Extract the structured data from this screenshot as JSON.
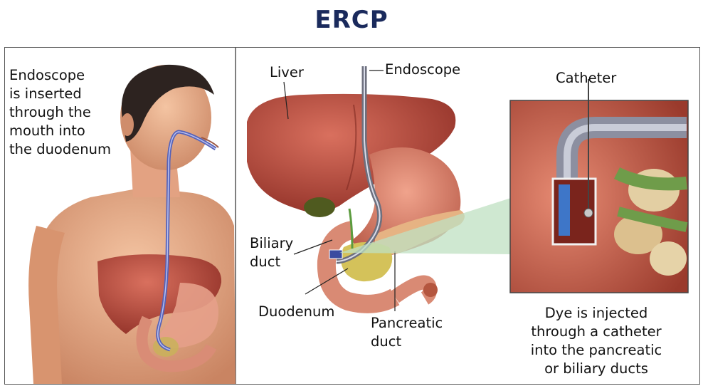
{
  "title": "ERCP",
  "colors": {
    "title": "#1a2a5c",
    "skin": "#e8a682",
    "liver": "#b9473a",
    "duct": "#6a78c8",
    "highlight": "#bfe0c2"
  },
  "labels": {
    "intro": [
      "Endoscope",
      "is inserted",
      "through the",
      "mouth into",
      "the duodenum"
    ],
    "liver": "Liver",
    "endoscope": "Endoscope",
    "catheter": "Catheter",
    "biliary": [
      "Biliary",
      "duct"
    ],
    "duodenum": "Duodenum",
    "pancreatic": [
      "Pancreatic",
      "duct"
    ],
    "dye": [
      "Dye is injected",
      "through a catheter",
      "into the pancreatic",
      "or biliary ducts"
    ]
  }
}
